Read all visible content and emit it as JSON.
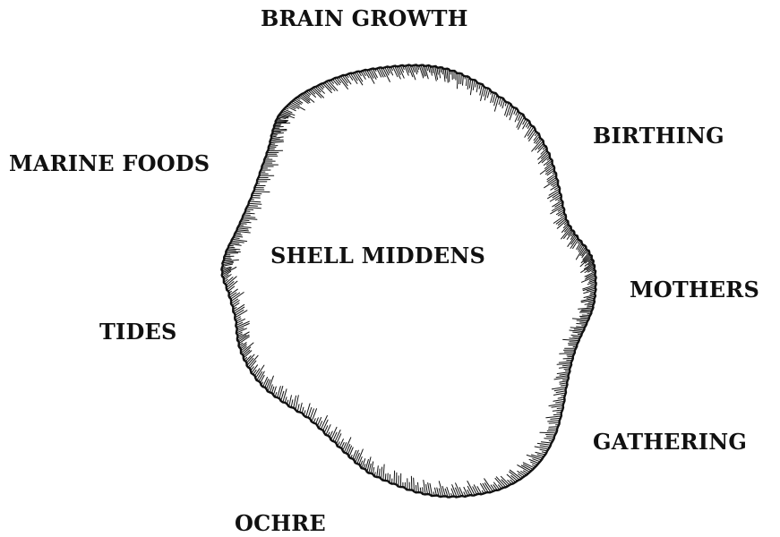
{
  "labels": {
    "center": "SHELL MIDDENS",
    "brain_growth": "BRAIN GROWTH",
    "birthing": "BIRTHING",
    "marine_foods": "MARINE FOODS",
    "mothers": "MOTHERS",
    "tides": "TIDES",
    "gathering": "GATHERING",
    "ochre": "OCHRE"
  },
  "colors": {
    "ink": "#111111",
    "background": "#ffffff"
  }
}
